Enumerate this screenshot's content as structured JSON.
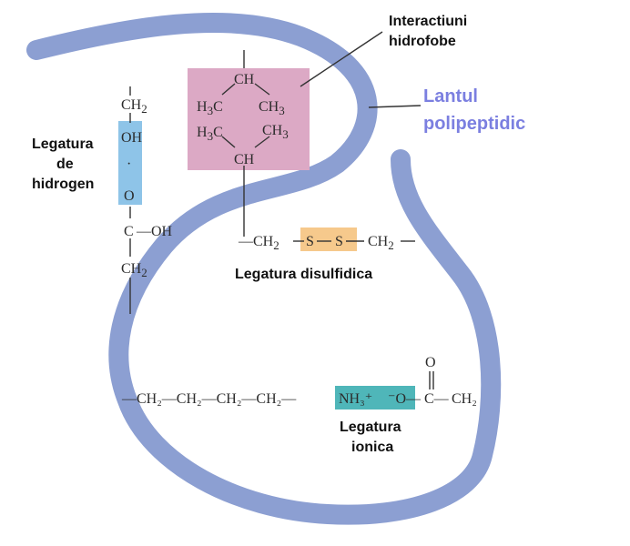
{
  "colors": {
    "chain": "#8c9fd2",
    "chain_edge": "#6f82b8",
    "hydrophobic_box": "#dca9c5",
    "disulfide_box": "#f6c98c",
    "hbond_box": "#8ec4e8",
    "ionic_box": "#4fb6b9",
    "title": "#7b7fe0"
  },
  "labels": {
    "chain": [
      "Lantul",
      "polipeptidic"
    ],
    "hydrophobic": [
      "Interactiuni",
      "hidrofobe"
    ],
    "hydrogen": [
      "Legatura",
      "de",
      "hidrogen"
    ],
    "disulfide": "Legatura disulfidica",
    "ionic": [
      "Legatura",
      "ionica"
    ]
  },
  "chem": {
    "hbond": {
      "ch2_top": "CH",
      "sub_top": "2",
      "oh": "OH",
      "dot": "·",
      "o": "O",
      "c": "C",
      "oh_side": "—OH",
      "ch2_bottom": "CH",
      "sub_bottom": "2"
    },
    "hydrophobic": {
      "ch_top": "CH",
      "h3c_a": "H",
      "h3c_a_sub": "3",
      "h3c_a_c": "C",
      "ch3_a": "CH",
      "ch3_a_sub": "3",
      "h3c_b": "H",
      "h3c_b_sub": "3",
      "h3c_b_c": "C",
      "ch3_b": "CH",
      "ch3_b_sub": "3",
      "ch_bottom": "CH"
    },
    "disulfide": {
      "left": "—CH",
      "left_sub": "2",
      "s1": "S",
      "s2": "S",
      "right": "CH",
      "right_sub": "2"
    },
    "ionic": {
      "chain": "—CH₂—CH₂—CH₂—CH₂—",
      "nh3": "NH₃⁺",
      "o_minus": "⁻O—",
      "c": "C—",
      "ch2": "CH₂",
      "carbonyl_o": "O"
    }
  }
}
